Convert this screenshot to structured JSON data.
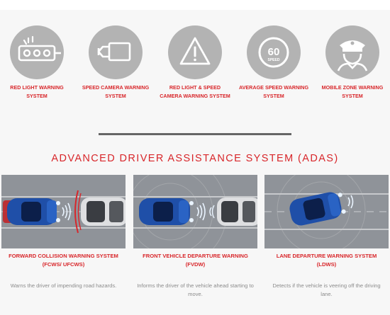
{
  "warnings": [
    {
      "icon": "red-light-camera-icon",
      "label": "RED LIGHT WARNING SYSTEM"
    },
    {
      "icon": "speed-camera-icon",
      "label": "SPEED CAMERA WARNING SYSTEM"
    },
    {
      "icon": "warning-triangle-icon",
      "label": "RED LIGHT & SPEED CAMERA WARNING SYSTEM"
    },
    {
      "icon": "speed-limit-icon",
      "label": "AVERAGE SPEED WARNING SYSTEM",
      "sign_value": "60",
      "sign_unit": "SPEED"
    },
    {
      "icon": "police-officer-icon",
      "label": "MOBILE ZONE WARNING SYSTEM"
    }
  ],
  "adas": {
    "title": "ADVANCED DRIVER ASSISTANCE SYSTEM (ADAS)",
    "features": [
      {
        "name": "FORWARD COLLISION WARNING SYSTEM",
        "code": "(FCWS/ UFCWS)",
        "description": "Warns the driver of impending road hazards."
      },
      {
        "name": "FRONT VEHICLE DEPARTURE WARNING",
        "code": "(FVDW)",
        "description": "Informs the driver of the vehicle ahead starting to move."
      },
      {
        "name": "LANE DEPARTURE WARNING SYSTEM",
        "code": "(LDWS)",
        "description": "Detects if the vehicle is veering off the driving lane."
      }
    ]
  },
  "colors": {
    "accent": "#d8262a",
    "icon_bg": "#b3b3b3",
    "panel_bg": "#8f9399",
    "car_blue": "#1f4fa8"
  }
}
